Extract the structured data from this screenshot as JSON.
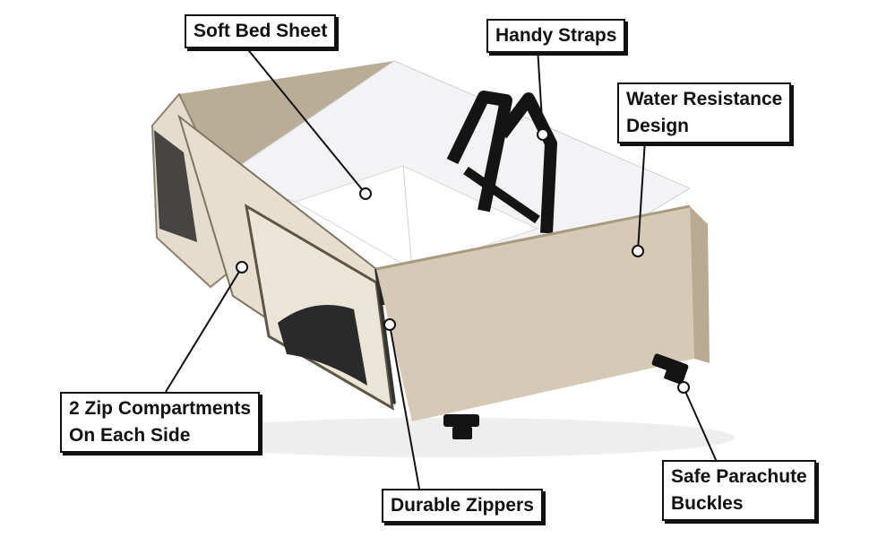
{
  "product": {
    "name": "bassinet-travel-bag",
    "colors": {
      "fabric": "#d6cab6",
      "fabric_dark": "#b9ab92",
      "lining": "#f3f3f5",
      "strap": "#141414",
      "mesh": "#2a2a2a",
      "callout_border": "#111111"
    }
  },
  "callouts": {
    "soft_bed_sheet": {
      "label": "Soft Bed Sheet"
    },
    "handy_straps": {
      "label": "Handy Straps"
    },
    "water_resistance": {
      "line1": "Water Resistance",
      "line2": "Design"
    },
    "zip_compartments": {
      "line1": "2 Zip Compartments",
      "line2": "On Each Side"
    },
    "durable_zippers": {
      "label": "Durable Zippers"
    },
    "parachute_buckles": {
      "line1": "Safe Parachute",
      "line2": "Buckles"
    }
  }
}
